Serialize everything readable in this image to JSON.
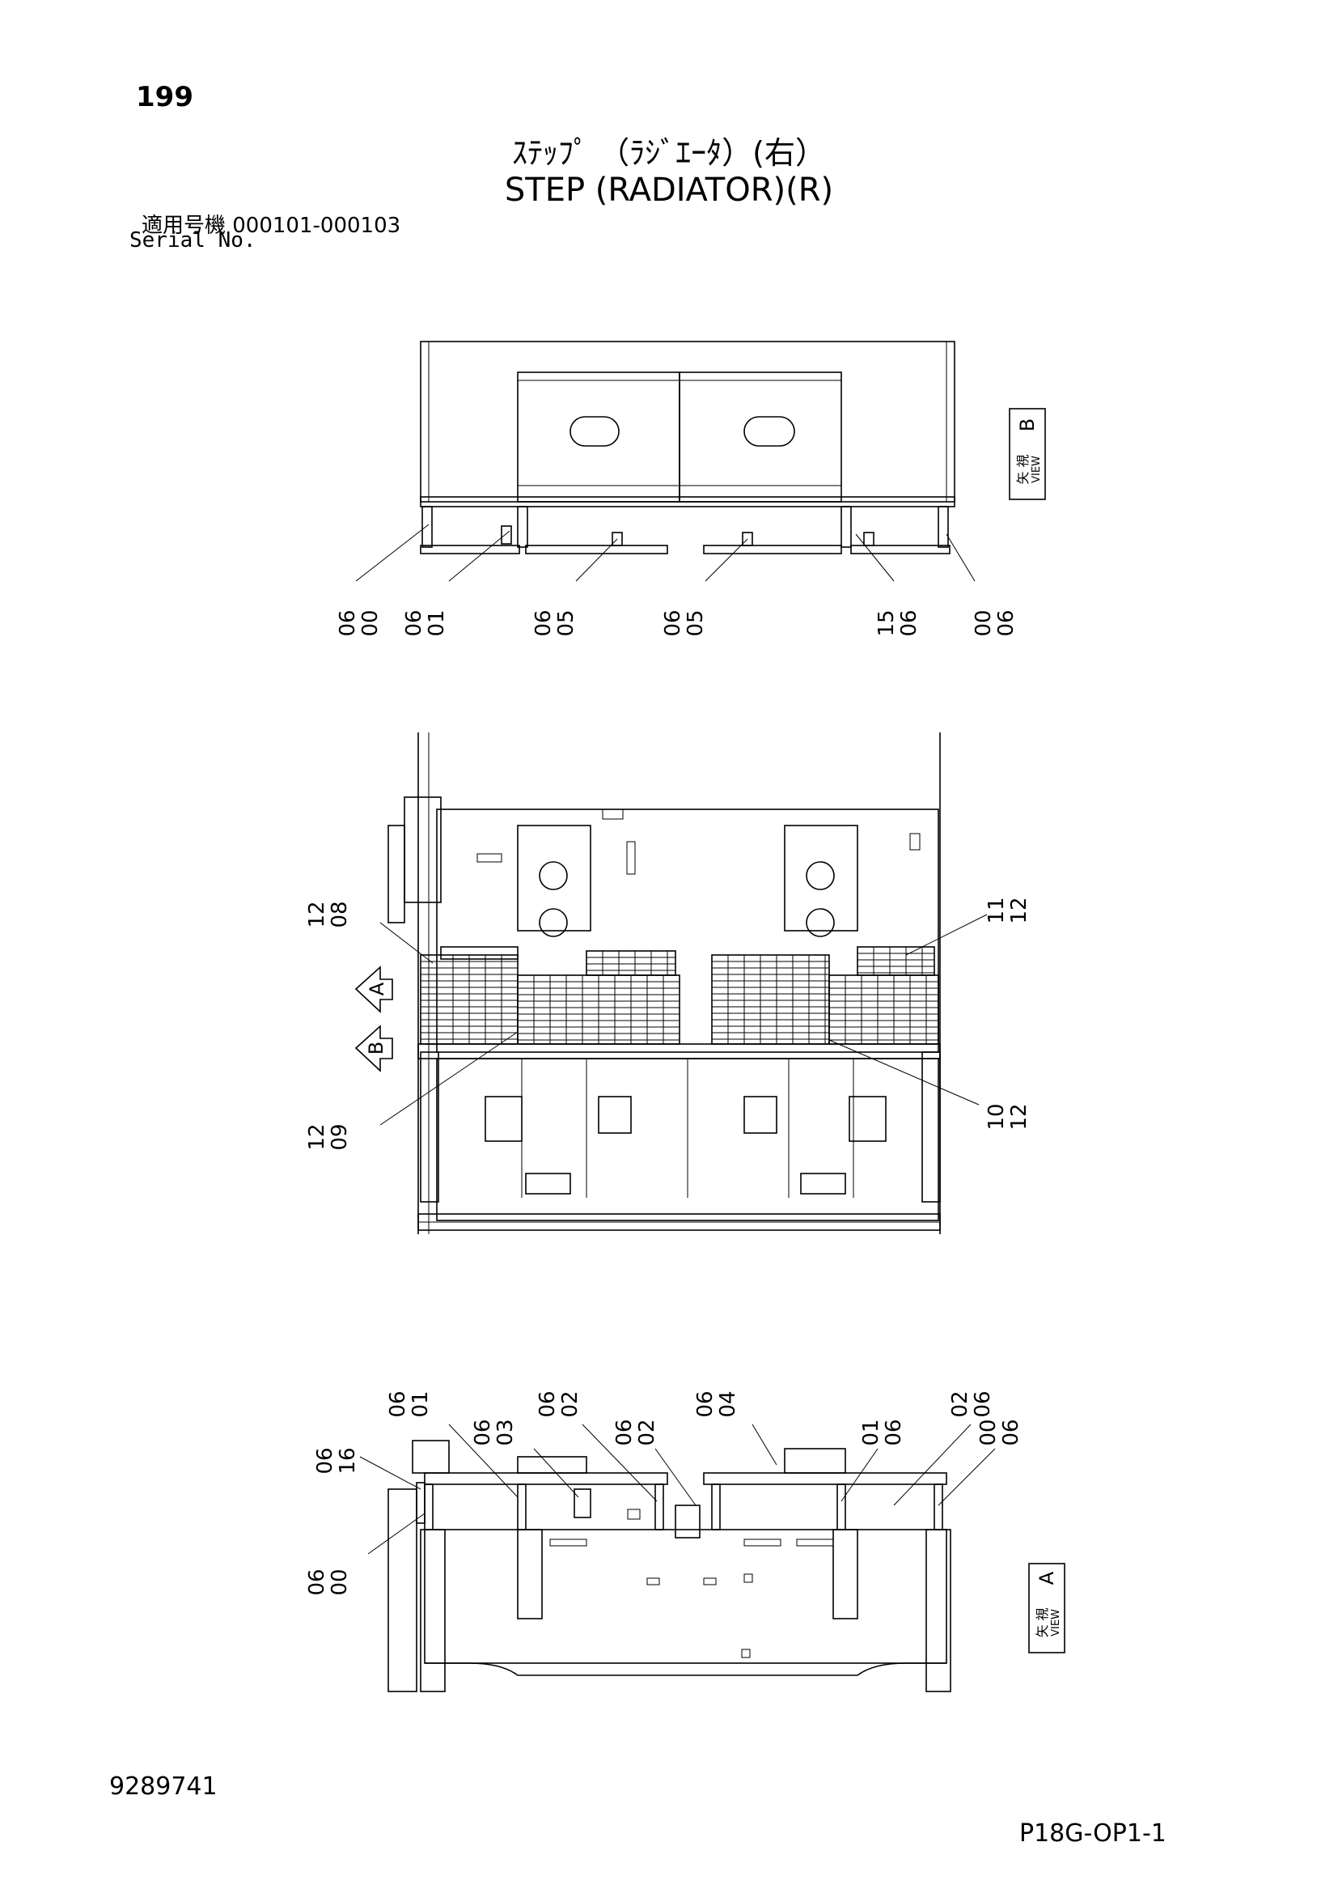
{
  "header": {
    "page_number": "199",
    "title_jp": "ｽﾃｯﾌﾟ （ﾗｼﾞｴｰﾀ）(右）",
    "title_en": "STEP (RADIATOR)(R)",
    "serial_label_jp": "適用号機  000101-000103",
    "serial_label_en": "Serial No."
  },
  "footer": {
    "part_number": "9289741",
    "page_code": "P18G-OP1-1"
  },
  "view_b": {
    "view_label_jp": "矢 視",
    "view_label_en": "VIEW",
    "view_letter": "B",
    "callouts": [
      {
        "top": "06",
        "bottom": "00"
      },
      {
        "top": "06",
        "bottom": "01"
      },
      {
        "top": "06",
        "bottom": "05"
      },
      {
        "top": "06",
        "bottom": "05"
      },
      {
        "top": "15",
        "bottom": "06"
      },
      {
        "top": "00",
        "bottom": "06"
      }
    ]
  },
  "plan_view": {
    "arrow_a": "A",
    "arrow_b": "B",
    "callouts": [
      {
        "top": "12",
        "bottom": "08"
      },
      {
        "top": "12",
        "bottom": "09"
      },
      {
        "top": "11",
        "bottom": "12"
      },
      {
        "top": "10",
        "bottom": "12"
      }
    ]
  },
  "view_a": {
    "view_label_jp": "矢 視",
    "view_label_en": "VIEW",
    "view_letter": "A",
    "callouts": [
      {
        "top": "06",
        "bottom": "16"
      },
      {
        "top": "06",
        "bottom": "00"
      },
      {
        "top": "06",
        "bottom": "01"
      },
      {
        "top": "06",
        "bottom": "03"
      },
      {
        "top": "06",
        "bottom": "02"
      },
      {
        "top": "06",
        "bottom": "02"
      },
      {
        "top": "06",
        "bottom": "04"
      },
      {
        "top": "01",
        "bottom": "06"
      },
      {
        "top": "02",
        "bottom": "06"
      },
      {
        "top": "00",
        "bottom": "06"
      }
    ]
  }
}
